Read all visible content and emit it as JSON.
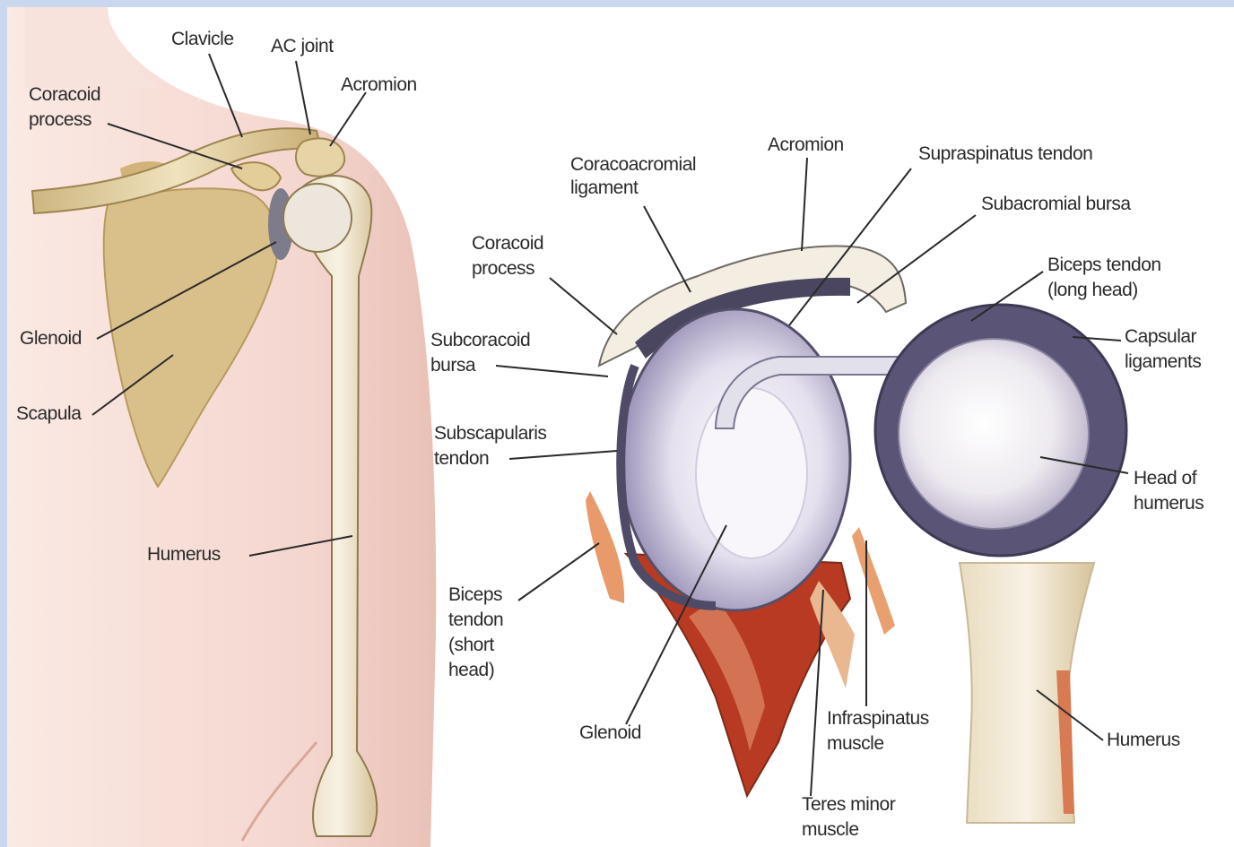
{
  "left_view": {
    "labels": {
      "clavicle": "Clavicle",
      "ac_joint": "AC joint",
      "acromion": "Acromion",
      "coracoid_1": "Coracoid",
      "coracoid_2": "process",
      "glenoid": "Glenoid",
      "scapula": "Scapula",
      "humerus": "Humerus"
    }
  },
  "right_view": {
    "labels": {
      "coracoacromial_1": "Coracoacromial",
      "coracoacromial_2": "ligament",
      "acromion": "Acromion",
      "supraspinatus": "Supraspinatus tendon",
      "subacromial": "Subacromial bursa",
      "coracoid_1": "Coracoid",
      "coracoid_2": "process",
      "biceps_long_1": "Biceps tendon",
      "biceps_long_2": "(long head)",
      "subcoracoid_1": "Subcoracoid",
      "subcoracoid_2": "bursa",
      "capsular_1": "Capsular",
      "capsular_2": "ligaments",
      "subscapularis_1": "Subscapularis",
      "subscapularis_2": "tendon",
      "head_humerus_1": "Head of",
      "head_humerus_2": "humerus",
      "biceps_short_1": "Biceps",
      "biceps_short_2": "tendon",
      "biceps_short_3": "(short",
      "biceps_short_4": "head)",
      "glenoid": "Glenoid",
      "infraspinatus_1": "Infraspinatus",
      "infraspinatus_2": "muscle",
      "humerus": "Humerus",
      "teres_1": "Teres minor",
      "teres_2": "muscle"
    }
  },
  "colors": {
    "frame": "#c9d8ee",
    "skin": "#f6ddd6",
    "bone": "#e6d3a6",
    "muscle": "#c8452c",
    "cartilage": "#9a90b8"
  }
}
